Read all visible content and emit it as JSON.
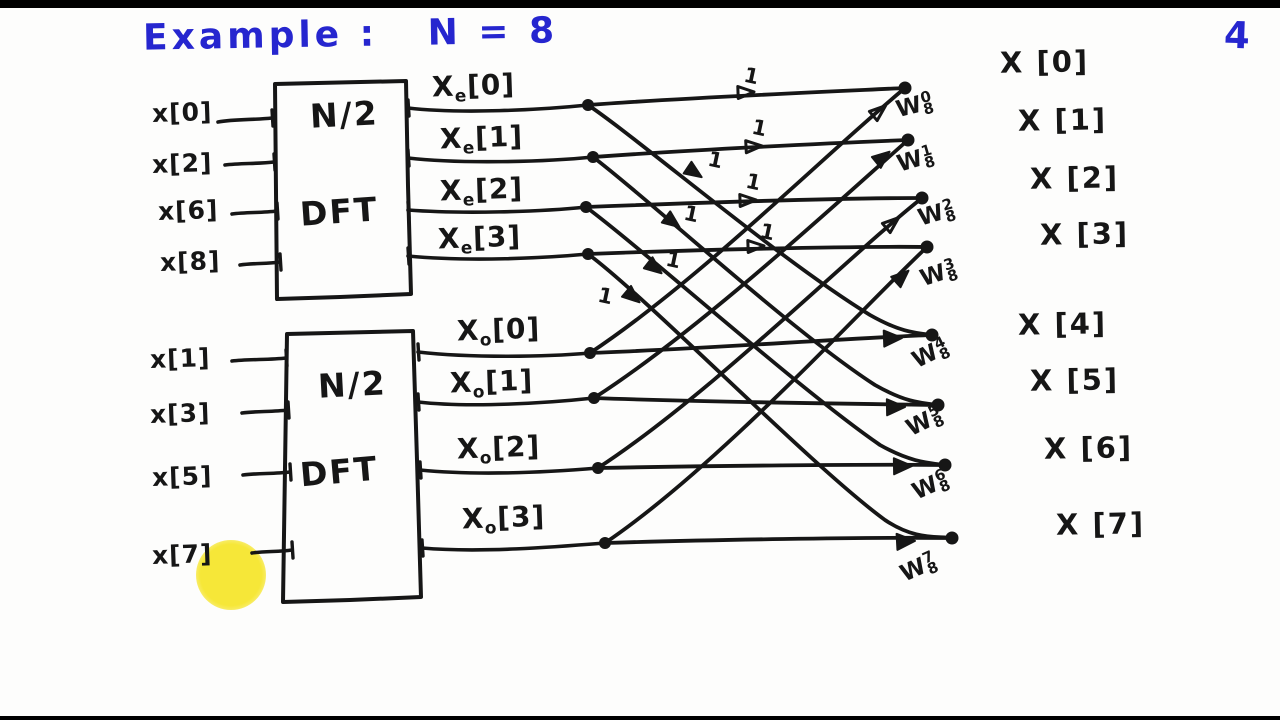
{
  "page": {
    "title": "Example :   N = 8",
    "page_number": "4"
  },
  "colors": {
    "ink": "#161616",
    "pen_blue": "#2626cf",
    "highlight_yellow": "#f6e62e",
    "background": "#fdfdfc",
    "letterbox": "#000000"
  },
  "blocks": [
    {
      "top": "N/2",
      "bottom": "DFT"
    },
    {
      "top": "N/2",
      "bottom": "DFT"
    }
  ],
  "labels": {
    "inputs_top": [
      "x[0]",
      "x[2]",
      "x[6]",
      "x[8]"
    ],
    "inputs_bottom": [
      "x[1]",
      "x[3]",
      "x[5]",
      "x[7]"
    ],
    "even": [
      {
        "base": "X",
        "sub": "e",
        "index": "[0]"
      },
      {
        "base": "X",
        "sub": "e",
        "index": "[1]"
      },
      {
        "base": "X",
        "sub": "e",
        "index": "[2]"
      },
      {
        "base": "X",
        "sub": "e",
        "index": "[3]"
      }
    ],
    "odd": [
      {
        "base": "X",
        "sub": "o",
        "index": "[0]"
      },
      {
        "base": "X",
        "sub": "o",
        "index": "[1]"
      },
      {
        "base": "X",
        "sub": "o",
        "index": "[2]"
      },
      {
        "base": "X",
        "sub": "o",
        "index": "[3]"
      }
    ],
    "outputs": [
      "X [0]",
      "X [1]",
      "X [2]",
      "X [3]",
      "X [4]",
      "X [5]",
      "X [6]",
      "X [7]"
    ],
    "twiddles": [
      {
        "base": "W",
        "sub": "8",
        "sup": "0"
      },
      {
        "base": "W",
        "sub": "8",
        "sup": "1"
      },
      {
        "base": "W",
        "sub": "8",
        "sup": "2"
      },
      {
        "base": "W",
        "sub": "8",
        "sup": "3"
      },
      {
        "base": "W",
        "sub": "8",
        "sup": "4"
      },
      {
        "base": "W",
        "sub": "8",
        "sup": "5"
      },
      {
        "base": "W",
        "sub": "8",
        "sup": "6"
      },
      {
        "base": "W",
        "sub": "8",
        "sup": "7"
      }
    ],
    "gain": "1"
  }
}
